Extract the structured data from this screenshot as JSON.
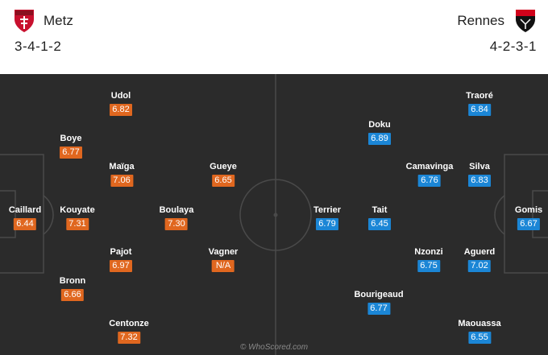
{
  "home": {
    "name": "Metz",
    "formation": "3-4-1-2",
    "crest_icon": "metz-crest-icon",
    "color": "#e0671f",
    "players": [
      {
        "name": "Caillard",
        "rating": "6.44"
      },
      {
        "name": "Boye",
        "rating": "6.77"
      },
      {
        "name": "Kouyate",
        "rating": "7.31"
      },
      {
        "name": "Bronn",
        "rating": "6.66"
      },
      {
        "name": "Udol",
        "rating": "6.82"
      },
      {
        "name": "Maïga",
        "rating": "7.06"
      },
      {
        "name": "Pajot",
        "rating": "6.97"
      },
      {
        "name": "Centonze",
        "rating": "7.32"
      },
      {
        "name": "Boulaya",
        "rating": "7.30"
      },
      {
        "name": "Gueye",
        "rating": "6.65"
      },
      {
        "name": "Vagner",
        "rating": "N/A"
      }
    ]
  },
  "away": {
    "name": "Rennes",
    "formation": "4-2-3-1",
    "crest_icon": "rennes-crest-icon",
    "color": "#1b86d6",
    "players": [
      {
        "name": "Gomis",
        "rating": "6.67"
      },
      {
        "name": "Traoré",
        "rating": "6.84"
      },
      {
        "name": "Silva",
        "rating": "6.83"
      },
      {
        "name": "Aguerd",
        "rating": "7.02"
      },
      {
        "name": "Maouassa",
        "rating": "6.55"
      },
      {
        "name": "Camavinga",
        "rating": "6.76"
      },
      {
        "name": "Nzonzi",
        "rating": "6.75"
      },
      {
        "name": "Doku",
        "rating": "6.89"
      },
      {
        "name": "Tait",
        "rating": "6.45"
      },
      {
        "name": "Bourigeaud",
        "rating": "6.77"
      },
      {
        "name": "Terrier",
        "rating": "6.79"
      }
    ]
  },
  "watermark": "© WhoScored.com",
  "pitch_color": "#2b2b2b"
}
